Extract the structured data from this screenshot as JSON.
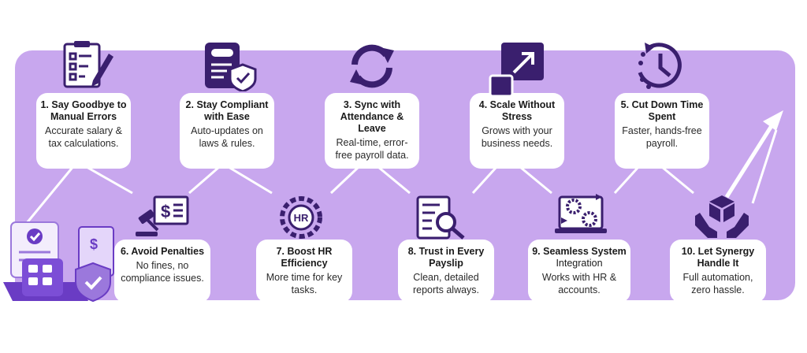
{
  "steps": [
    {
      "title": "1. Say Goodbye to Manual Errors",
      "desc": "Accurate salary & tax calculations.",
      "icon": "clipboard-pen-icon"
    },
    {
      "title": "2. Stay Compliant with Ease",
      "desc": "Auto-updates on laws & rules.",
      "icon": "document-shield-icon"
    },
    {
      "title": "3. Sync with Attendance & Leave",
      "desc": "Real-time, error-free payroll data.",
      "icon": "sync-arrows-icon"
    },
    {
      "title": "4. Scale Without Stress",
      "desc": "Grows with your business needs.",
      "icon": "scale-up-icon"
    },
    {
      "title": "5. Cut Down Time Spent",
      "desc": "Faster, hands-free payroll.",
      "icon": "clock-icon"
    },
    {
      "title": "6. Avoid Penalties",
      "desc": "No fines, no compliance issues.",
      "icon": "gavel-receipt-icon"
    },
    {
      "title": "7. Boost HR Efficiency",
      "desc": "More time for key tasks.",
      "icon": "hr-gear-icon"
    },
    {
      "title": "8. Trust in Every Payslip",
      "desc": "Clean, detailed reports always.",
      "icon": "report-magnifier-icon"
    },
    {
      "title": "9. Seamless System",
      "title_extra": "Integration",
      "desc": "Works with HR & accounts.",
      "icon": "system-integration-icon"
    },
    {
      "title": "10. Let Synergy Handle It",
      "desc": "Full automation, zero hassle.",
      "icon": "hands-box-icon"
    }
  ],
  "colors": {
    "band": "#c8a7ee",
    "icon": "#3a1f6e",
    "accent": "#6a3cc4"
  }
}
